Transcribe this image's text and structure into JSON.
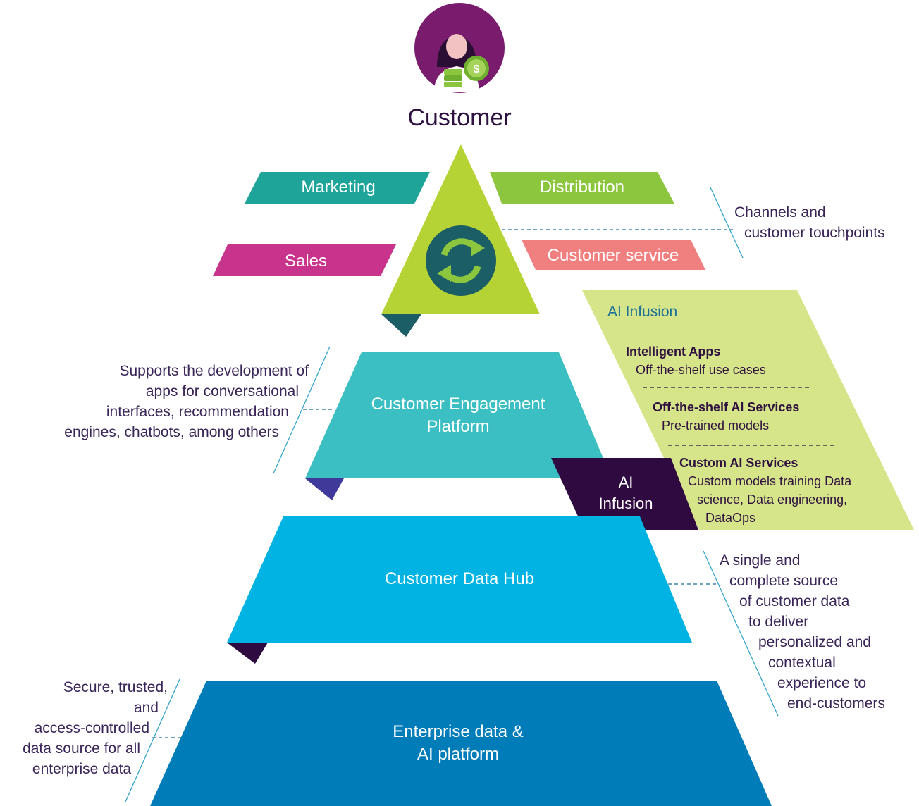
{
  "customer": {
    "label": "Customer"
  },
  "channels": {
    "marketing": "Marketing",
    "distribution": "Distribution",
    "sales": "Sales",
    "customer_service": "Customer service",
    "note": [
      "Channels and",
      "customer touchpoints"
    ]
  },
  "engagement": {
    "label_line1": "Customer Engagement",
    "label_line2": "Platform",
    "note": [
      "Supports the development of",
      "apps for conversational",
      "interfaces, recommendation",
      "engines, chatbots, among others"
    ]
  },
  "ai_badge": {
    "line1": "AI",
    "line2": "Infusion"
  },
  "ai_panel": {
    "title": "AI Infusion",
    "items": [
      {
        "heading": "Intelligent Apps",
        "sub": [
          "Off-the-shelf use cases"
        ]
      },
      {
        "heading": "Off-the-shelf AI Services",
        "sub": [
          "Pre-trained models"
        ]
      },
      {
        "heading": "Custom AI Services",
        "sub": [
          "Custom models training Data",
          "science, Data engineering,",
          "DataOps"
        ]
      }
    ]
  },
  "data_hub": {
    "label": "Customer Data Hub",
    "note": [
      "A single and",
      "complete source",
      "of customer data",
      "to deliver",
      "personalized and",
      "contextual",
      "experience to",
      "end-customers"
    ]
  },
  "enterprise": {
    "label_line1": "Enterprise data &",
    "label_line2": "AI platform",
    "note": [
      "Secure, trusted,",
      "and",
      "access-controlled",
      "data source for all",
      "enterprise data"
    ]
  },
  "colors": {
    "marketing": "#1fa49a",
    "distribution": "#8cc63f",
    "sales": "#c8338c",
    "customer_service": "#f07f7f",
    "triangle": "#b5d334",
    "engagement": "#3bbfc3",
    "data_hub": "#00b3e3",
    "enterprise": "#007cb9",
    "ai_panel": "#d6e58a",
    "ai_badge": "#2e0a40"
  }
}
